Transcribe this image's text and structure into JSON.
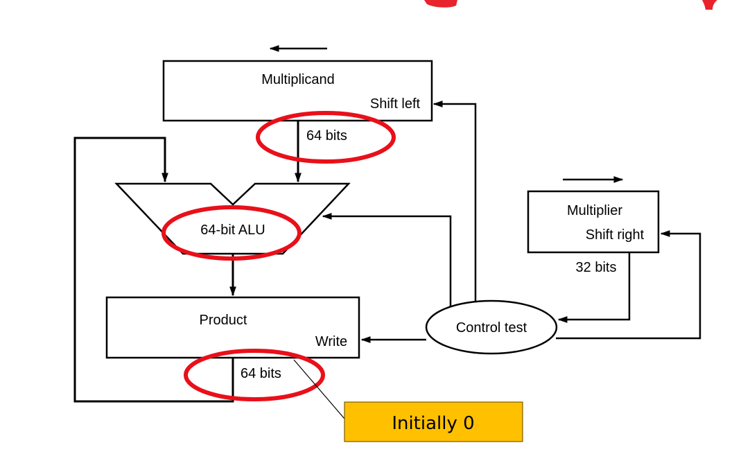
{
  "colors": {
    "title_red": "#e8232b",
    "highlight_ellipse": "#e8101a",
    "callout_fill": "#ffc000",
    "line": "#000000"
  },
  "diagram": {
    "multiplicand": {
      "name": "Multiplicand",
      "shift": "Shift left",
      "bus_width": "64 bits"
    },
    "alu": {
      "name": "64-bit ALU"
    },
    "product": {
      "name": "Product",
      "control": "Write",
      "bus_width": "64 bits"
    },
    "multiplier": {
      "name": "Multiplier",
      "shift": "Shift right",
      "bus_width": "32 bits"
    },
    "control": {
      "name": "Control test"
    },
    "callout": {
      "text": "Initially 0"
    }
  }
}
